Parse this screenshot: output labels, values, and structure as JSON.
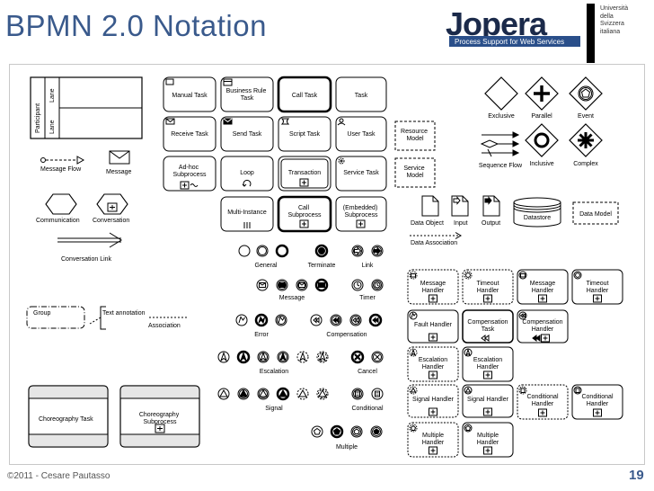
{
  "slide": {
    "title": "BPMN 2.0 Notation",
    "footer": "©2011 - Cesare Pautasso",
    "page_number": "19"
  },
  "logo": {
    "brand": "Jopera",
    "tagline": "Process Support for Web Services",
    "university_lines": [
      "Università",
      "della",
      "Svizzera",
      "italiana"
    ]
  },
  "swimlane": {
    "participant": "Participant",
    "lane1": "Lane",
    "lane2": "Lane"
  },
  "labels": {
    "message_flow": "Message Flow",
    "message": "Message",
    "communication": "Communication",
    "conversation": "Conversation",
    "conversation_link": "Conversation Link",
    "group": "Group",
    "text_annotation": "Text annotation",
    "association": "Association",
    "choreography_task": "Choreography Task",
    "choreography_subprocess": "Choreography Subprocess"
  },
  "tasks": {
    "manual": "Manual Task",
    "business_rule": "Business Rule Task",
    "call": "Call Task",
    "task": "Task",
    "receive": "Receive Task",
    "send": "Send Task",
    "script": "Script Task",
    "user": "User Task",
    "adhoc": "Ad-hoc Subprocess",
    "loop": "Loop",
    "transaction": "Transaction",
    "service": "Service Task",
    "multi_instance": "Multi-Instance",
    "call_subprocess": "Call Subprocess",
    "embedded_subprocess": "(Embedded) Subprocess"
  },
  "models": {
    "resource": "Resource Model",
    "service": "Service Model",
    "data_model": "Data Model"
  },
  "data": {
    "data_object": "Data Object",
    "input": "Input",
    "output": "Output",
    "datastore": "Datastore",
    "data_association": "Data Association"
  },
  "gateways": {
    "exclusive": "Exclusive",
    "parallel": "Parallel",
    "event": "Event",
    "sequence_flow": "Sequence Flow",
    "inclusive": "Inclusive",
    "complex": "Complex"
  },
  "events": {
    "general": "General",
    "terminate": "Terminate",
    "link": "Link",
    "message": "Message",
    "timer": "Timer",
    "error": "Error",
    "compensation": "Compensation",
    "escalation": "Escalation",
    "cancel": "Cancel",
    "signal": "Signal",
    "conditional": "Conditional",
    "multiple": "Multiple"
  },
  "handlers": {
    "message1": "Message Handler",
    "timeout1": "Timeout Handler",
    "message2": "Message Handler",
    "timeout2": "Timeout Handler",
    "fault": "Fault Handler",
    "compensation_task": "Compensation Task",
    "compensation_handler": "Compensation Handler",
    "escalation1": "Escalation Handler",
    "escalation2": "Escalation Handler",
    "signal1": "Signal Handler",
    "signal2": "Signal Handler",
    "conditional1": "Conditional Handler",
    "conditional2": "Conditional Handler",
    "multiple1": "Multiple Handler",
    "multiple2": "Multiple Handler"
  },
  "colors": {
    "title": "#3a5a8c",
    "logo_blue": "#2a4f8a",
    "logo_dark": "#1b2a4a"
  }
}
